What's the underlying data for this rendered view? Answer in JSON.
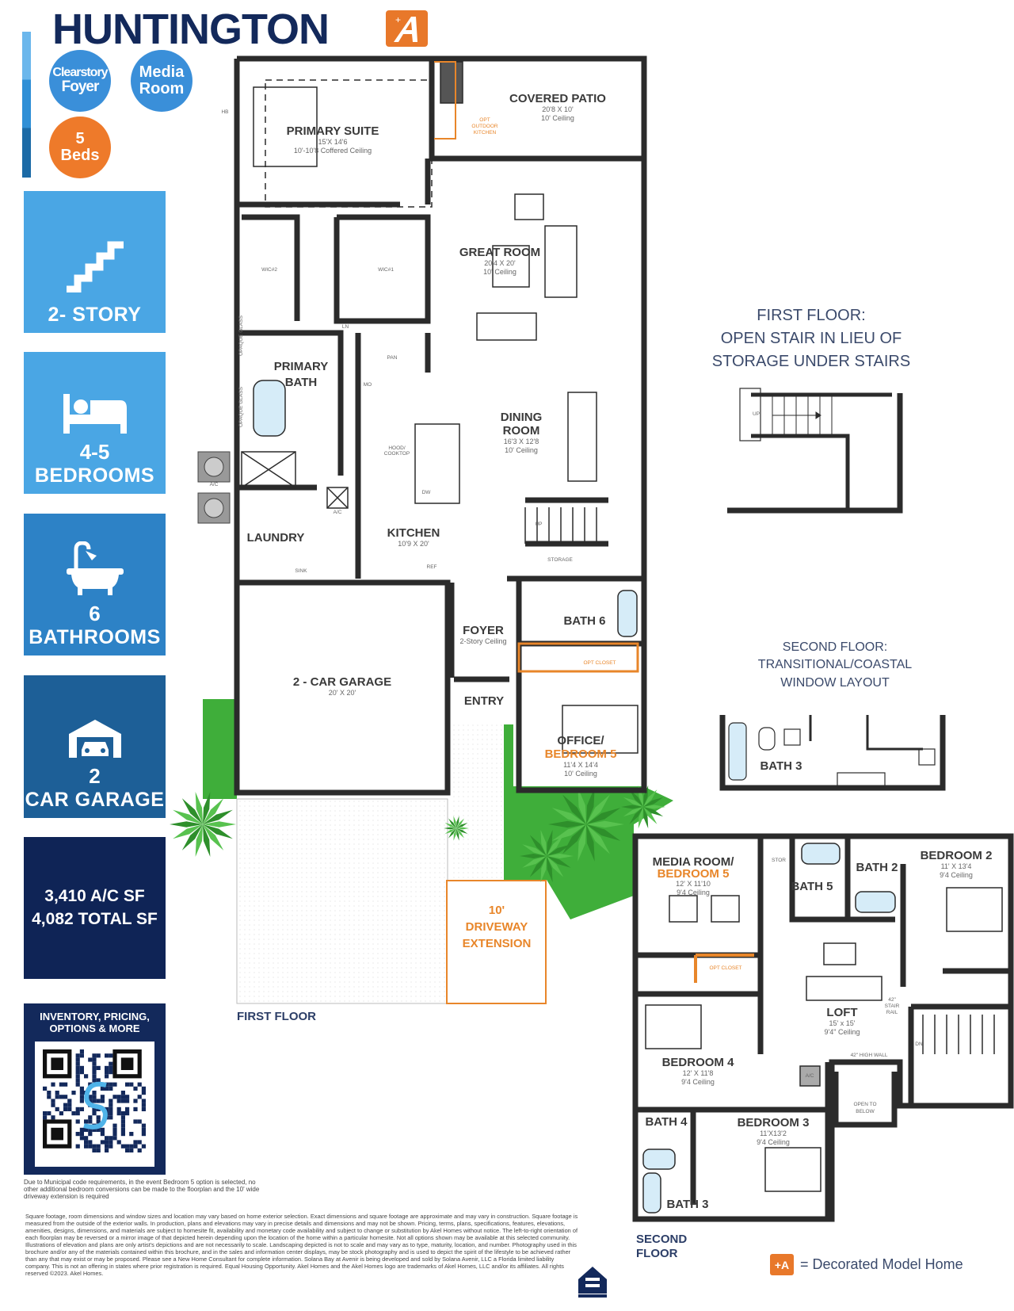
{
  "header": {
    "title": "HUNTINGTON",
    "model_logo_text": "+A"
  },
  "badges": [
    {
      "lines": [
        "Clearstory",
        "Foyer"
      ],
      "color": "#3a8fd9"
    },
    {
      "lines": [
        "Media",
        "Room"
      ],
      "color": "#3a8fd9"
    },
    {
      "lines": [
        "5",
        "Beds"
      ],
      "color": "#ee7a2a"
    }
  ],
  "features": [
    {
      "icon": "stairs-icon",
      "number": "",
      "label": "2- STORY",
      "color": "#4aa6e4"
    },
    {
      "icon": "bed-icon",
      "number": "4-5",
      "label": "BEDROOMS",
      "color": "#4aa6e4"
    },
    {
      "icon": "bathtub-icon",
      "number": "6",
      "label": "BATHROOMS",
      "color": "#2d82c6"
    },
    {
      "icon": "garage-icon",
      "number": "2",
      "label": "CAR GARAGE",
      "color": "#1d5f97"
    }
  ],
  "square_footage": {
    "ac": "3,410 A/C SF",
    "total": "4,082 TOTAL SF"
  },
  "qr": {
    "heading_line1": "INVENTORY, PRICING,",
    "heading_line2": "OPTIONS & MORE"
  },
  "municipal_note": "Due to Municipal code requirements, in the event Bedroom 5 option is selected, no other additional bedroom conversions can be made to the floorplan and the 10' wide driveway extension is required",
  "legal_disclaimer": "Square footage, room dimensions and window sizes and location may vary based on home exterior selection. Exact dimensions and square footage are approximate and may vary in construction. Square footage is measured from the outside of the exterior walls. In production, plans and elevations may vary in precise details and dimensions and may not be shown. Pricing, terms, plans, specifications, features, elevations, amenities, designs, dimensions, and materials are subject to homesite fit, availability and monetary code availability and subject to change or substitution by Akel Homes without notice. The left-to-right orientation of each floorplan may be reversed or a mirror image of that depicted herein depending upon the location of the home within a particular homesite. Not all options shown may be available at this selected community. Illustrations of elevation and plans are only artist's depictions and are not necessarily to scale. Landscaping depicted is not to scale and may vary as to type, maturity, location, and number. Photography used in this brochure and/or any of the materials contained within this brochure, and in the sales and information center displays, may be stock photography and is used to depict the spirit of the lifestyle to be achieved rather than any that may exist or may be proposed. Please see a New Home Consultant for complete information. Solana Bay at Avenir is being developed and sold by Solana Avenir, LLC a Florida limited liability company. This is not an offering in states where prior registration is required. Equal Housing Opportunity. Akel Homes and the Akel Homes logo are trademarks of Akel Homes, LLC and/or its affiliates. All rights reserved ©2023. Akel Homes.",
  "first_floor": {
    "label": "FIRST FLOOR",
    "primary_suite": {
      "name": "PRIMARY SUITE",
      "size": "15'X 14'6",
      "ceiling": "10'-10'8 Coffered Ceiling"
    },
    "covered_patio": {
      "name": "COVERED PATIO",
      "size": "20'8 X 10'",
      "ceiling": "10' Ceiling"
    },
    "opt_outdoor_kitchen": [
      "OPT",
      "OUTDOOR",
      "KITCHEN"
    ],
    "great_room": {
      "name": "GREAT ROOM",
      "size": "20'4 X 20'",
      "ceiling": "10' Ceiling"
    },
    "wic2": "WIC#2",
    "wic1": "WIC#1",
    "ln": "LN",
    "pan": "PAN",
    "mo": "MO",
    "primary_bath": [
      "PRIMARY",
      "BATH"
    ],
    "opaque_glass": "OPAQUE GLASS",
    "dining_room": {
      "name_line1": "DINING",
      "name_line2": "ROOM",
      "size": "16'3 X 12'8",
      "ceiling": "10' Ceiling"
    },
    "hood_cooktop": [
      "HOOD/",
      "COOKTOP"
    ],
    "dw": "DW",
    "ac": "A/C",
    "ref": "REF",
    "sink": "SINK",
    "up": "UP",
    "storage": "STORAGE",
    "hb": "HB",
    "laundry": "LAUNDRY",
    "kitchen": {
      "name": "KITCHEN",
      "size": "10'9 X 20'"
    },
    "bath6": "BATH 6",
    "opt_closet": "OPT CLOSET",
    "foyer": {
      "name": "FOYER",
      "ceiling": "2-Story Ceiling"
    },
    "entry": "ENTRY",
    "garage": {
      "name": "2 - CAR GARAGE",
      "size": "20' X 20'"
    },
    "office": {
      "name_line1": "OFFICE/",
      "name_line2": "BEDROOM 5",
      "size": "11'4 X 14'4",
      "ceiling": "10' Ceiling"
    },
    "driveway_extension": [
      "10'",
      "DRIVEWAY",
      "EXTENSION"
    ]
  },
  "options_notes": {
    "first_floor": [
      "FIRST FLOOR:",
      "OPEN STAIR IN LIEU OF",
      "STORAGE UNDER STAIRS"
    ],
    "stair_up": "UP",
    "second_floor": [
      "SECOND FLOOR:",
      "TRANSITIONAL/COASTAL",
      "WINDOW LAYOUT"
    ],
    "mini_bath": "BATH 3"
  },
  "second_floor": {
    "label_line1": "SECOND",
    "label_line2": "FLOOR",
    "media_room": {
      "name_line1": "MEDIA ROOM/",
      "name_line2": "BEDROOM 5",
      "size": "12' X 11'10",
      "ceiling": "9'4 Ceiling"
    },
    "stor": "STOR",
    "bath2": "BATH 2",
    "bath5": "BATH 5",
    "bedroom2": {
      "name": "BEDROOM 2",
      "size": "11' X 13'4",
      "ceiling": "9'4 Ceiling"
    },
    "opt_closet": "OPT CLOSET",
    "loft": {
      "name": "LOFT",
      "size": "15' x 15'",
      "ceiling": "9'4\" Ceiling"
    },
    "stair_rail": [
      "42\"",
      "STAIR",
      "RAIL"
    ],
    "high_wall": "42\" HIGH WALL",
    "dn": "DN",
    "bedroom4": {
      "name": "BEDROOM 4",
      "size": "12' X 11'8",
      "ceiling": "9'4 Ceiling"
    },
    "ac": "A/C",
    "open_to_below": [
      "OPEN TO",
      "BELOW"
    ],
    "bath4": "BATH 4",
    "bedroom3": {
      "name": "BEDROOM 3",
      "size": "11'X13'2",
      "ceiling": "9'4 Ceiling"
    },
    "bath3": "BATH 3"
  },
  "legend": {
    "icon_text": "+A",
    "text": "= Decorated Model Home"
  },
  "colors": {
    "navy": "#13295b",
    "orange": "#e8862a",
    "lawn": "#3fae3a",
    "wall": "#2b2b2b",
    "fixture": "#d6ecf8"
  }
}
